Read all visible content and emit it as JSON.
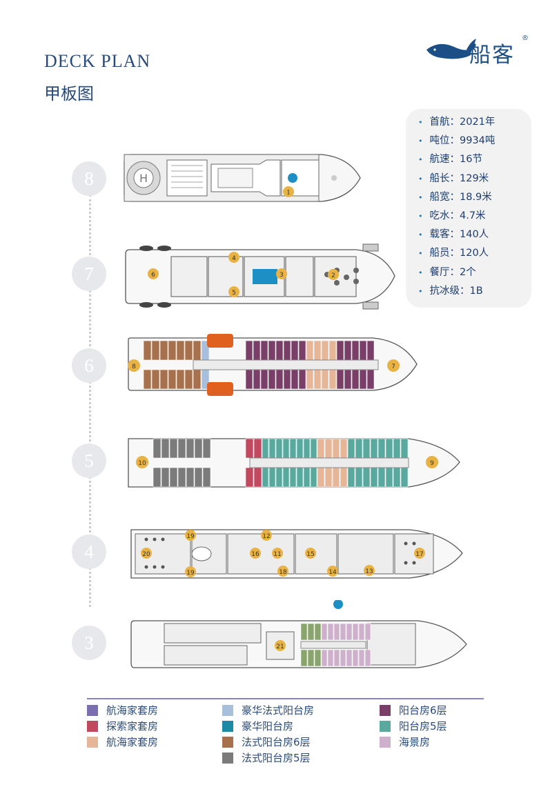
{
  "header": {
    "title_en": "DECK PLAN",
    "title_zh": "甲板图"
  },
  "logo": {
    "text": "船客",
    "reg": "®"
  },
  "specs": [
    "首航：2021年",
    "吨位：9934吨",
    "航速：16节",
    "船长：129米",
    "船宽：18.9米",
    "吃水：4.7米",
    "载客：140人",
    "船员：120人",
    "餐厅：2个",
    "抗冰级：1B"
  ],
  "decks": [
    "8",
    "7",
    "6",
    "5",
    "4",
    "3"
  ],
  "deck_labels": {
    "d8": [
      "1"
    ],
    "d7": [
      "2",
      "3",
      "4",
      "5",
      "6"
    ],
    "d6": [
      "7",
      "8"
    ],
    "d5": [
      "9",
      "10"
    ],
    "d4": [
      "11",
      "12",
      "13",
      "14",
      "15",
      "16",
      "17",
      "18",
      "19",
      "19",
      "20"
    ],
    "d3": [
      "21"
    ]
  },
  "legend": [
    {
      "label": "航海家套房",
      "color": "#7b6fb0"
    },
    {
      "label": "探索家套房",
      "color": "#c0485f"
    },
    {
      "label": "航海家套房",
      "color": "#e6b698"
    },
    {
      "label": "豪华法式阳台房",
      "color": "#a8bfdc"
    },
    {
      "label": "豪华阳台房",
      "color": "#1c8aa3"
    },
    {
      "label": "法式阳台房6层",
      "color": "#a8714e"
    },
    {
      "label": "法式阳台房5层",
      "color": "#7b7b7b"
    },
    {
      "label": "阳台房6层",
      "color": "#7a3f68"
    },
    {
      "label": "阳台房5层",
      "color": "#5aa99f"
    },
    {
      "label": "海景房",
      "color": "#cfb0cc"
    }
  ],
  "colors": {
    "accent": "#274a7c",
    "badge": "#e9b245",
    "wheelchair": "#1d8fc5"
  }
}
